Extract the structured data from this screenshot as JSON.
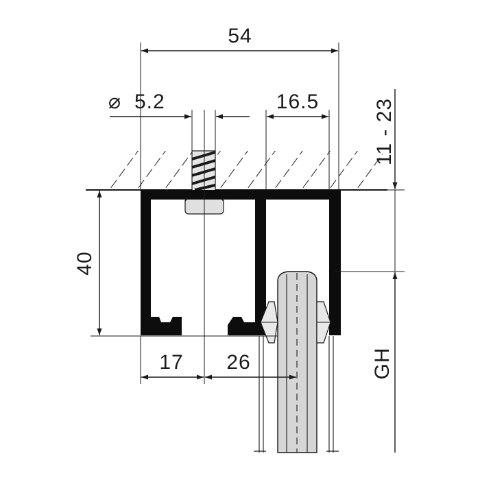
{
  "diagram": {
    "colors": {
      "ink": "#1a1a1a",
      "profile": "#0d0d0d",
      "door_fill": "#d6d6d6",
      "screw_fill": "#e0e0e0"
    },
    "dimensions": {
      "width_total": "54",
      "screw_diameter_symbol": "⌀",
      "screw_diameter": "5.2",
      "right_chamber": "16.5",
      "ceiling_gap": "11 - 23",
      "height": "40",
      "left_offset": "17",
      "door_offset": "26",
      "door_height": "GH"
    }
  }
}
